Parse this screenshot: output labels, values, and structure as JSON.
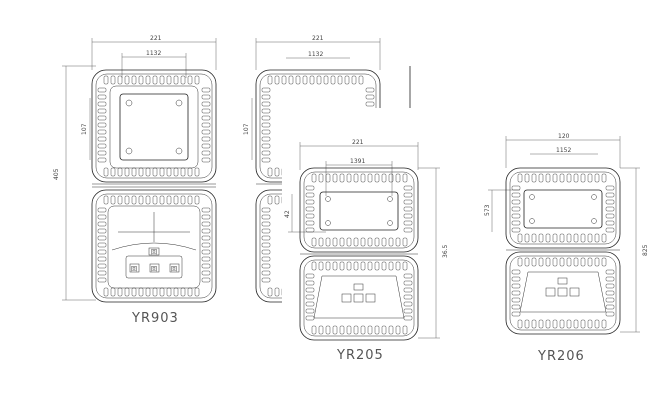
{
  "models": [
    {
      "name": "YR903",
      "dims": {
        "width": "221",
        "inner_width": "1132",
        "inner_height": "107",
        "height": "405"
      }
    },
    {
      "name": "",
      "dims": {
        "width": "221",
        "inner_width": "1132",
        "inner_height": "107"
      }
    },
    {
      "name": "YR205",
      "dims": {
        "width": "221",
        "inner_width": "1391",
        "inner_height": "42",
        "height": "36.5"
      }
    },
    {
      "name": "YR206",
      "dims": {
        "width": "120",
        "inner_width": "1152",
        "inner_height": "573",
        "height": "825"
      }
    }
  ],
  "lid_marks": {
    "top": "回",
    "row": [
      "回",
      "回",
      "回"
    ]
  }
}
